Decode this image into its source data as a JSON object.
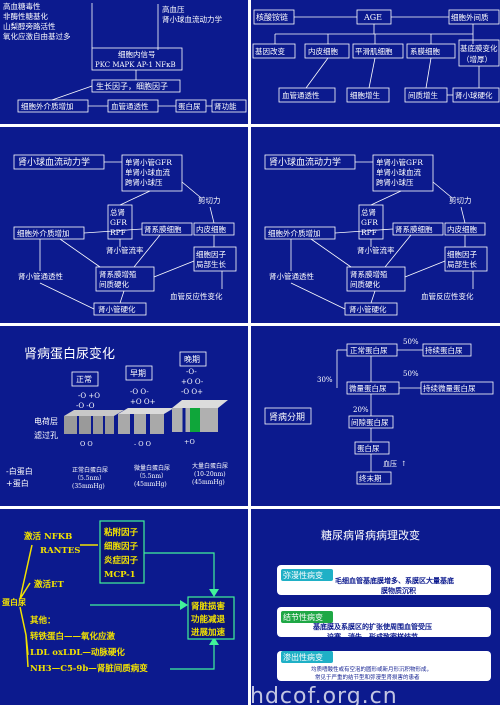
{
  "p1": {
    "causes": [
      "高血糖毒性",
      "非酶性糖基化",
      "山梨醇旁路活性",
      "氧化应激自由基过多"
    ],
    "hemo": [
      "高血压",
      "肾小球血流动力学"
    ],
    "signal": [
      "细胞内信号",
      "PKC MAPK AP-1 NFκB"
    ],
    "factors": "生长因子，细胞因子",
    "out1": "细胞外介质增加",
    "out2": "血管通透性",
    "out3": "蛋白尿",
    "out4": "肾功能"
  },
  "p2": {
    "top_left": "核酸铵链",
    "age": "AGE",
    "top_right": "细胞外间质",
    "row2": [
      "基因改变",
      "内皮细胞",
      "平滑肌细胞",
      "系膜细胞",
      "基底膜变化"
    ],
    "row2_sub": "（增厚）",
    "row3": [
      "血管通透性",
      "细胞增生",
      "间质增生",
      "肾小球硬化"
    ]
  },
  "p34": {
    "title": "肾小球血流动力学",
    "gfr_box": [
      "单肾小管GFR",
      "单肾小球血流",
      "跨肾小球压"
    ],
    "shear": "剪切力",
    "total_box": [
      "总肾",
      "GFR",
      "RPF"
    ],
    "mesangial": "肾系膜细胞",
    "endo": "内皮细胞",
    "ecm": "细胞外介质增加",
    "flow": "肾小管流率",
    "growth": [
      "细胞因子",
      "局部生长"
    ],
    "perm": "肾小管通透性",
    "mes_box": [
      "肾系膜增殖",
      "间质硬化"
    ],
    "vascular": "血管反应性变化",
    "tubule": "肾小管硬化"
  },
  "p5": {
    "title": "肾病蛋白尿变化",
    "stages": [
      "正常",
      "早期",
      "晚期"
    ],
    "layer_labels": [
      "电荷层",
      "滤过孔"
    ],
    "legend": [
      "-白蛋白",
      "+蛋白"
    ],
    "captions": [
      [
        "正常白蛋白尿",
        "（5.5nm）",
        "(35mmHg)"
      ],
      [
        "微量白蛋白尿",
        "（5.5nm）",
        "(45mmHg)"
      ],
      [
        "大量白蛋白尿",
        "(10-20nm)",
        "(45mmHg)"
      ]
    ]
  },
  "p6": {
    "label": "肾病分期",
    "nodes": [
      "正常蛋白尿",
      "持续蛋白尿",
      "微量蛋白尿",
      "持续微量蛋白尿",
      "间隙蛋白尿",
      "蛋白尿",
      "终末期"
    ],
    "pct": [
      "50%",
      "30%",
      "50%",
      "20%"
    ],
    "bp": "血压"
  },
  "p7": {
    "items": [
      "激活 NFKB",
      "RANTES",
      "激活ET",
      "蛋白尿",
      "其他：",
      "转铁蛋白——氧化应激",
      "LDL oxLDL—动脉硬化",
      "NH3—C5-9b—肾脏间质病变"
    ],
    "factor_box": [
      "粘附因子",
      "细胞因子",
      "炎症因子",
      "MCP-1"
    ],
    "result_box": [
      "肾脏损害",
      "功能减退",
      "进展加速"
    ]
  },
  "p8": {
    "title": "糖尿病肾病病理改变",
    "types": [
      "弥漫性病变",
      "结节性病变",
      "渗出性病变"
    ],
    "descs": [
      [
        "毛细血管基底膜增多、系膜区大量基底",
        "膜物质沉积"
      ],
      [
        "基底膜及系膜区的扩张使周围血管受压",
        "迫塞、消失，形成致密样结节"
      ],
      [
        "均质嗜酸性或有空泡的圆形或新月形沉积物形成，",
        "常见于严重的结节型和弥漫型肾损害的患者"
      ]
    ]
  },
  "watermark": "hdcof.org.cn",
  "colors": {
    "panel_bg": "#0c1a8e",
    "box_fill": "#0a1478",
    "accent_yellow": "#f2e200",
    "green_bar": "#0fa63a",
    "green_line": "#41f29a"
  }
}
